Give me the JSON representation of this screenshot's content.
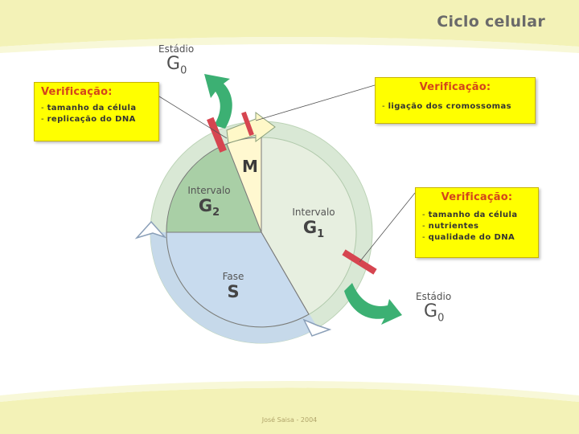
{
  "header": {
    "title": "Ciclo celular"
  },
  "footer": {
    "credit": "José Saisa - 2004"
  },
  "stage_g0_top": {
    "caption": "Estádio",
    "name": "G",
    "sub": "0"
  },
  "stage_g0_bottom": {
    "caption": "Estádio",
    "name": "G",
    "sub": "0"
  },
  "phases": {
    "m": {
      "name": "M"
    },
    "g2": {
      "caption": "Intervalo",
      "name": "G",
      "sub": "2"
    },
    "g1": {
      "caption": "Intervalo",
      "name": "G",
      "sub": "1"
    },
    "s": {
      "caption": "Fase",
      "name": "S"
    }
  },
  "checkpoints": {
    "left": {
      "title": "Verificação:",
      "items": [
        "tamanho da célula",
        "replicação do DNA"
      ]
    },
    "top_right": {
      "title": "Verificação:",
      "items": [
        "ligação dos cromossomas"
      ]
    },
    "right": {
      "title": "Verificação:",
      "items": [
        "tamanho da célula",
        "nutrientes",
        "qualidade do DNA"
      ]
    }
  },
  "colors": {
    "g1": "#e7efe0",
    "g2": "#a9cfa6",
    "s": "#c8dbee",
    "m": "#fff8d0",
    "ring": "#d9e8d5",
    "banner": "#f3f2b7",
    "exit_arrow": "#3cb073",
    "checkpoint_bar": "#d64550",
    "box": "#ffff00"
  }
}
